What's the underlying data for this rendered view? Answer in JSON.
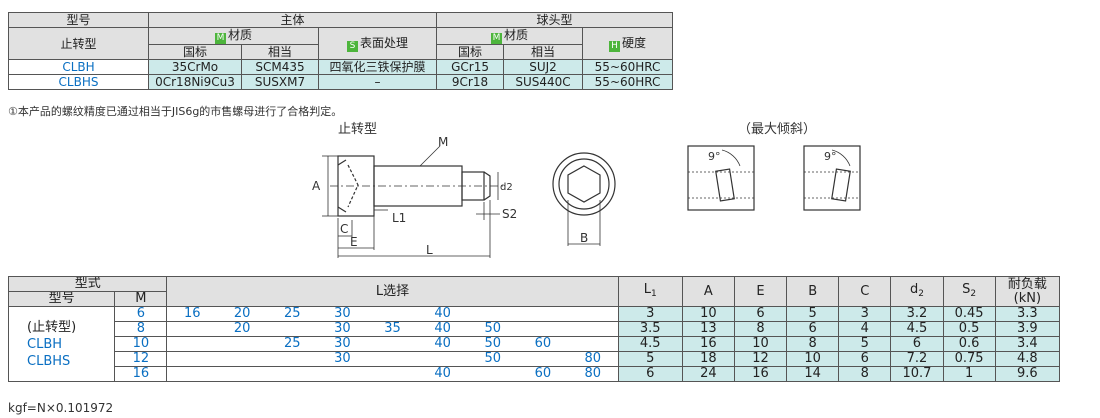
{
  "spec_table": {
    "header": {
      "model": "型号",
      "main_body": "主体",
      "ball_head": "球头型",
      "anti_rotation": "止转型",
      "material_badge": "M",
      "material": "材质",
      "surface_badge": "S",
      "surface": "表面处理",
      "hardness_badge": "H",
      "hardness": "硬度",
      "gb": "国标",
      "equiv": "相当"
    },
    "rows": [
      {
        "model": "CLBH",
        "gb": "35CrMo",
        "equiv": "SCM435",
        "surface": "四氧化三铁保护膜",
        "ball_gb": "GCr15",
        "ball_equiv": "SUJ2",
        "hardness": "55~60HRC"
      },
      {
        "model": "CLBHS",
        "gb": "0Cr18Ni9Cu3",
        "equiv": "SUSXM7",
        "surface": "–",
        "ball_gb": "9Cr18",
        "ball_equiv": "SUS440C",
        "hardness": "55~60HRC"
      }
    ]
  },
  "note": "①本产品的螺纹精度已通过相当于JIS6g的市售螺母进行了合格判定。",
  "drawing": {
    "title": "止转型",
    "max_tilt": "（最大倾斜）",
    "labels": {
      "M": "M",
      "A": "A",
      "d2": "d2",
      "L1": "L1",
      "S2": "S2",
      "C": "C",
      "E": "E",
      "L": "L",
      "B": "B",
      "angle": "9°"
    }
  },
  "size_table": {
    "header": {
      "type": "型式",
      "model": "型号",
      "m": "M",
      "l_select": "L选择",
      "l1": "L",
      "l1_sub": "1",
      "a": "A",
      "e": "E",
      "b": "B",
      "c": "C",
      "d2": "d",
      "d2_sub": "2",
      "s2": "S",
      "s2_sub": "2",
      "load": "耐负载",
      "load_unit": "(kN)"
    },
    "model_names": {
      "type": "(止转型)",
      "m1": "CLBH",
      "m2": "CLBHS"
    },
    "l_columns": [
      "16",
      "20",
      "25",
      "30",
      "35",
      "40",
      "50",
      "60",
      "80"
    ],
    "rows": [
      {
        "m": "6",
        "L": [
          "16",
          "20",
          "25",
          "30",
          "",
          "40",
          "",
          "",
          ""
        ],
        "l1": "3",
        "a": "10",
        "e": "6",
        "b": "5",
        "c": "3",
        "d2": "3.2",
        "s2": "0.45",
        "load": "3.3"
      },
      {
        "m": "8",
        "L": [
          "",
          "20",
          "",
          "30",
          "35",
          "40",
          "50",
          "",
          ""
        ],
        "l1": "3.5",
        "a": "13",
        "e": "8",
        "b": "6",
        "c": "4",
        "d2": "4.5",
        "s2": "0.5",
        "load": "3.9"
      },
      {
        "m": "10",
        "L": [
          "",
          "",
          "25",
          "30",
          "",
          "40",
          "50",
          "60",
          ""
        ],
        "l1": "4.5",
        "a": "16",
        "e": "10",
        "b": "8",
        "c": "5",
        "d2": "6",
        "s2": "0.6",
        "load": "3.4"
      },
      {
        "m": "12",
        "L": [
          "",
          "",
          "",
          "30",
          "",
          "",
          "50",
          "",
          "80"
        ],
        "l1": "5",
        "a": "18",
        "e": "12",
        "b": "10",
        "c": "6",
        "d2": "7.2",
        "s2": "0.75",
        "load": "4.8"
      },
      {
        "m": "16",
        "L": [
          "",
          "",
          "",
          "",
          "",
          "40",
          "",
          "60",
          "80"
        ],
        "l1": "6",
        "a": "24",
        "e": "16",
        "b": "14",
        "c": "8",
        "d2": "10.7",
        "s2": "1",
        "load": "9.6"
      }
    ]
  },
  "footer": "kgf=N×0.101972"
}
